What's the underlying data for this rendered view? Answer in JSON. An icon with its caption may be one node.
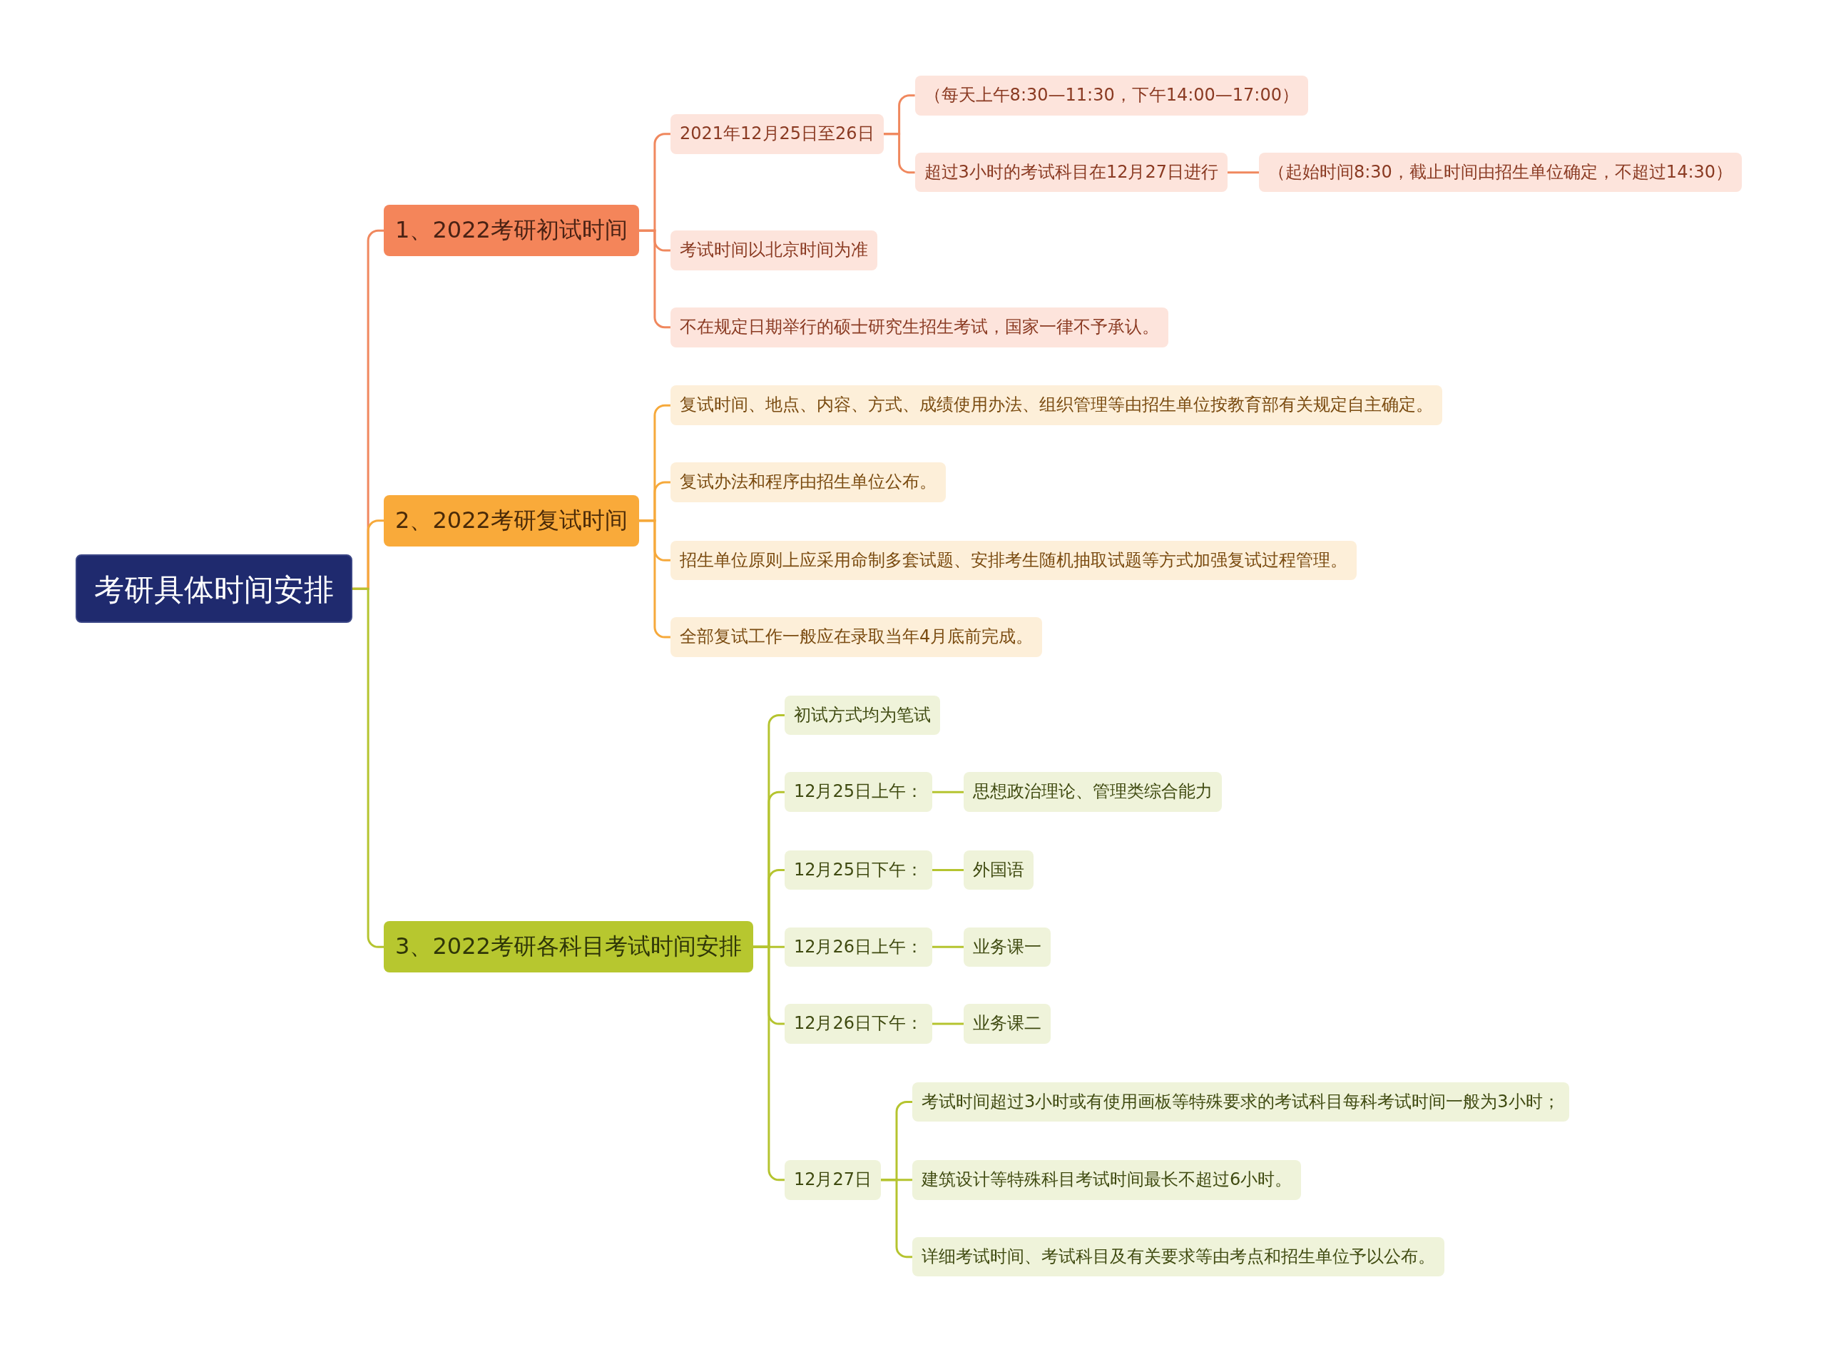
{
  "diagram": {
    "nodes": [
      {
        "text": [
          "考研具体时间安排"
        ]
      },
      {
        "text": [
          "1、2022考研初试时间"
        ]
      },
      {
        "text": [
          "2021年12月25日至26日"
        ]
      },
      {
        "text": [
          "（每天上午8:30—11:30，下午14:00—17:00）"
        ]
      },
      {
        "text": [
          "超过3小时的考试科目在12月27日进行"
        ]
      },
      {
        "text": [
          "（起始时间8:30，截止时间由招生单位确定，不超过14:30）"
        ]
      },
      {
        "text": [
          "考试时间以北京时间为准"
        ]
      },
      {
        "text": [
          "不在规定日期举行的硕士研究生招生考试，国家一律不予承认。"
        ]
      },
      {
        "text": [
          "2、2022考研复试时间"
        ]
      },
      {
        "text": [
          "复试时间、地点、内容、方式、成绩使用办法、组织管理等由招生单位按教育部有关规定自主确定。"
        ]
      },
      {
        "text": [
          "复试办法和程序由招生单位公布。"
        ]
      },
      {
        "text": [
          "招生单位原则上应采用命制多套试题、安排考生随机抽取试题等方式加强复试过程管理。"
        ]
      },
      {
        "text": [
          "全部复试工作一般应在录取当年4月底前完成。"
        ]
      },
      {
        "text": [
          "3、2022考研各科目考试时间安排"
        ]
      },
      {
        "text": [
          "初试方式均为笔试"
        ]
      },
      {
        "text": [
          "12月25日上午："
        ]
      },
      {
        "text": [
          "思想政治理论、管理类综合能力"
        ]
      },
      {
        "text": [
          "12月25日下午："
        ]
      },
      {
        "text": [
          "外国语"
        ]
      },
      {
        "text": [
          "12月26日上午："
        ]
      },
      {
        "text": [
          "业务课一"
        ]
      },
      {
        "text": [
          "12月26日下午："
        ]
      },
      {
        "text": [
          "业务课二"
        ]
      },
      {
        "text": [
          "12月27日"
        ]
      },
      {
        "text": [
          "考试时间超过3小时或有使用画板等特殊要求的考试科目每科考试时间一般为3小时；"
        ]
      },
      {
        "text": [
          "建筑设计等特殊科目考试时间最长不超过6小时。"
        ]
      },
      {
        "text": [
          "详细考试时间、考试科目及有关要求等由考点和招生单位予以公布。"
        ]
      }
    ],
    "edges": [
      {
        "from": 0,
        "to": 1,
        "arrow": "none",
        "color": "#f0885e"
      },
      {
        "from": 1,
        "to": 2,
        "arrow": "none",
        "color": "#f0885e"
      },
      {
        "from": 2,
        "to": 3,
        "arrow": "none",
        "color": "#f0885e"
      },
      {
        "from": 2,
        "to": 4,
        "arrow": "none",
        "color": "#f0885e"
      },
      {
        "from": 4,
        "to": 5,
        "arrow": "none",
        "color": "#f0885e"
      },
      {
        "from": 1,
        "to": 6,
        "arrow": "none",
        "color": "#f0885e"
      },
      {
        "from": 1,
        "to": 7,
        "arrow": "none",
        "color": "#f0885e"
      },
      {
        "from": 0,
        "to": 8,
        "arrow": "none",
        "color": "#f6a93b"
      },
      {
        "from": 8,
        "to": 9,
        "arrow": "none",
        "color": "#f6a93b"
      },
      {
        "from": 8,
        "to": 10,
        "arrow": "none",
        "color": "#f6a93b"
      },
      {
        "from": 8,
        "to": 11,
        "arrow": "none",
        "color": "#f6a93b"
      },
      {
        "from": 8,
        "to": 12,
        "arrow": "none",
        "color": "#f6a93b"
      },
      {
        "from": 0,
        "to": 13,
        "arrow": "none"
      },
      {
        "from": 13,
        "to": 14,
        "arrow": "none"
      },
      {
        "from": 13,
        "to": 15,
        "arrow": "none"
      },
      {
        "from": 15,
        "to": 16,
        "arrow": "none"
      },
      {
        "from": 13,
        "to": 17,
        "arrow": "none"
      },
      {
        "from": 17,
        "to": 18,
        "arrow": "none"
      },
      {
        "from": 13,
        "to": 19,
        "arrow": "none"
      },
      {
        "from": 19,
        "to": 20,
        "arrow": "none"
      },
      {
        "from": 13,
        "to": 21,
        "arrow": "none"
      },
      {
        "from": 21,
        "to": 22,
        "arrow": "none"
      },
      {
        "from": 13,
        "to": 23,
        "arrow": "none"
      },
      {
        "from": 23,
        "to": 24,
        "arrow": "none"
      },
      {
        "from": 23,
        "to": 25,
        "arrow": "none"
      },
      {
        "from": 23,
        "to": 26,
        "arrow": "none"
      }
    ]
  }
}
